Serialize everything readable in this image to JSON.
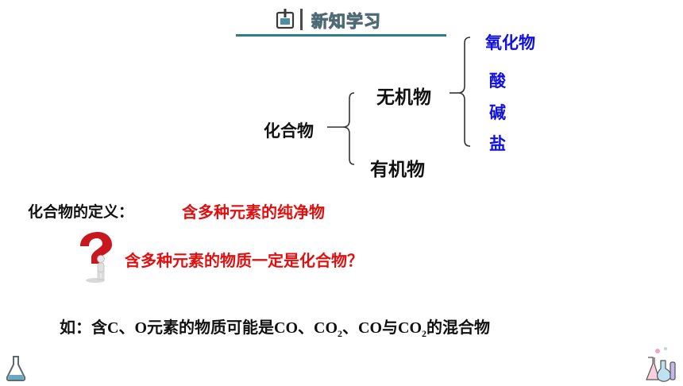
{
  "header": {
    "title": "新知学习"
  },
  "diagram": {
    "root": "化合物",
    "inorganic": "无机物",
    "organic": "有机物",
    "inorganic_children": [
      "氧化物",
      "酸",
      "碱",
      "盐"
    ]
  },
  "definition": {
    "label": "化合物的定义：",
    "value": "含多种元素的纯净物"
  },
  "question": "含多种元素的物质一定是化合物？",
  "example": {
    "prefix": "如：含",
    "c": "C",
    "sep1": "、",
    "o": "O",
    "mid": "元素的物质可能是",
    "co": "CO",
    "sep2": "、",
    "co2_base": "CO",
    "co2_sub": "2",
    "sep3": "、",
    "co_b": "CO",
    "yu": "与",
    "co2b_base": "CO",
    "co2b_sub": "2",
    "suffix": "的混合物"
  },
  "colors": {
    "accent_blue": "#1010e0",
    "accent_red": "#e01010",
    "header_line": "#2e7d8a"
  }
}
